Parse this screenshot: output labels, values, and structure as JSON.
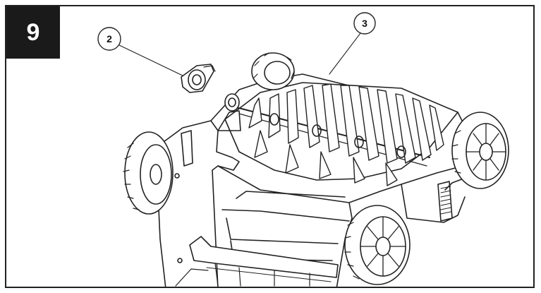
{
  "step": {
    "number": "9"
  },
  "callouts": [
    {
      "id": "2",
      "label": "2"
    },
    {
      "id": "3",
      "label": "3"
    }
  ],
  "colors": {
    "ink": "#1a1a1a",
    "line": "#222222",
    "paper": "#ffffff"
  }
}
